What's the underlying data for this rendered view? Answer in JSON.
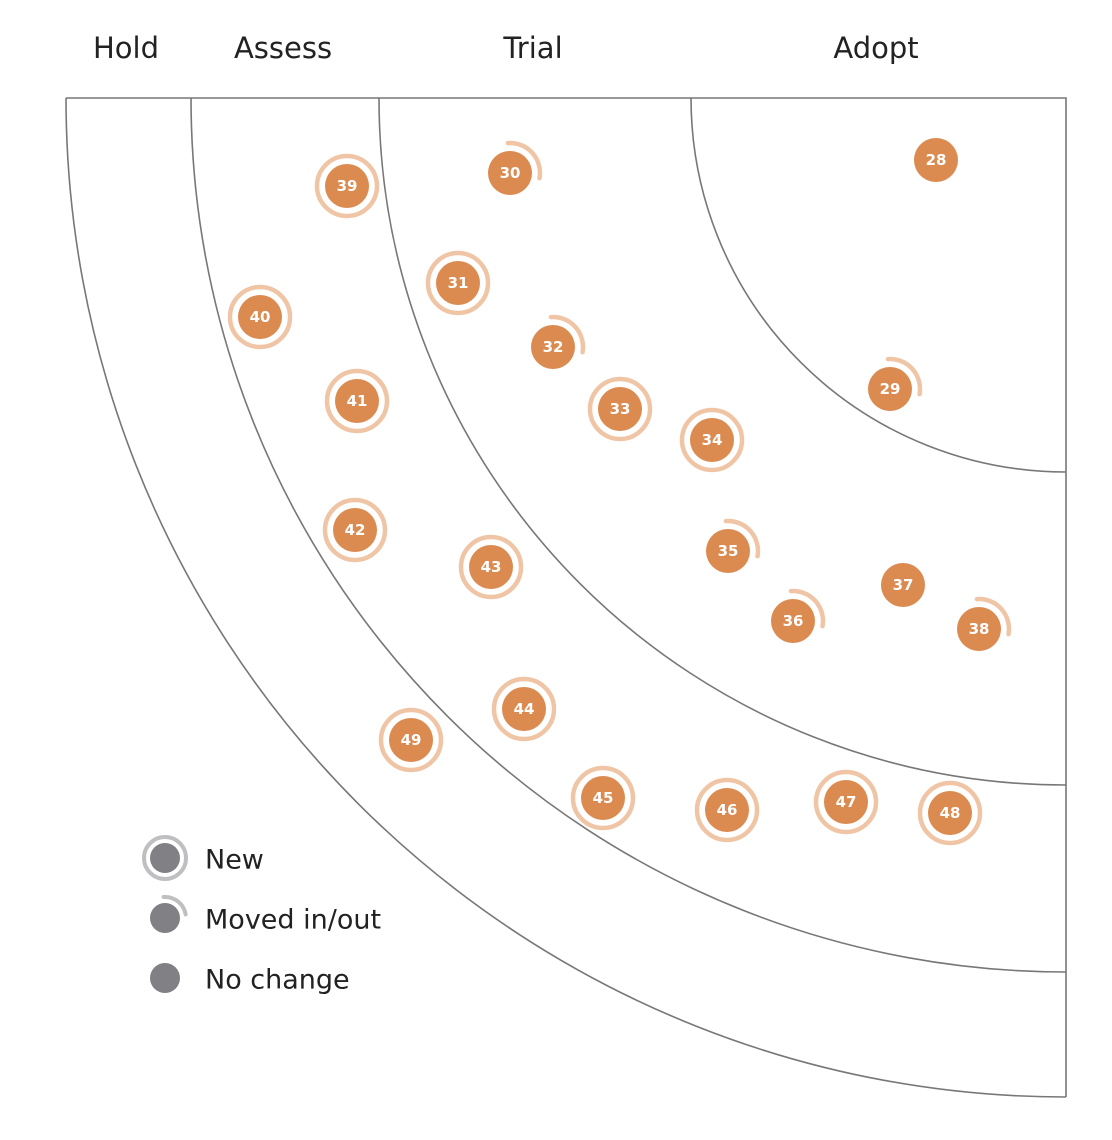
{
  "rings": [
    {
      "id": "hold",
      "label": "Hold"
    },
    {
      "id": "assess",
      "label": "Assess"
    },
    {
      "id": "trial",
      "label": "Trial"
    },
    {
      "id": "adopt",
      "label": "Adopt"
    }
  ],
  "blips": [
    {
      "id": "28",
      "status": "no-change"
    },
    {
      "id": "29",
      "status": "moved"
    },
    {
      "id": "30",
      "status": "moved"
    },
    {
      "id": "31",
      "status": "new"
    },
    {
      "id": "32",
      "status": "moved"
    },
    {
      "id": "33",
      "status": "new"
    },
    {
      "id": "34",
      "status": "new"
    },
    {
      "id": "35",
      "status": "moved"
    },
    {
      "id": "36",
      "status": "moved"
    },
    {
      "id": "37",
      "status": "no-change"
    },
    {
      "id": "38",
      "status": "moved"
    },
    {
      "id": "39",
      "status": "new"
    },
    {
      "id": "40",
      "status": "new"
    },
    {
      "id": "41",
      "status": "new"
    },
    {
      "id": "42",
      "status": "new"
    },
    {
      "id": "43",
      "status": "new"
    },
    {
      "id": "44",
      "status": "new"
    },
    {
      "id": "45",
      "status": "new"
    },
    {
      "id": "46",
      "status": "new"
    },
    {
      "id": "47",
      "status": "new"
    },
    {
      "id": "48",
      "status": "new"
    },
    {
      "id": "49",
      "status": "new"
    }
  ],
  "legend": {
    "new": "New",
    "moved": "Moved in/out",
    "no_change": "No change"
  },
  "colors": {
    "blip": "#db8a50",
    "blip_ring": "#efc5a6",
    "legend_dot": "#808085",
    "legend_ring": "#bfbfc2",
    "line": "#777777",
    "text": "#222222"
  }
}
